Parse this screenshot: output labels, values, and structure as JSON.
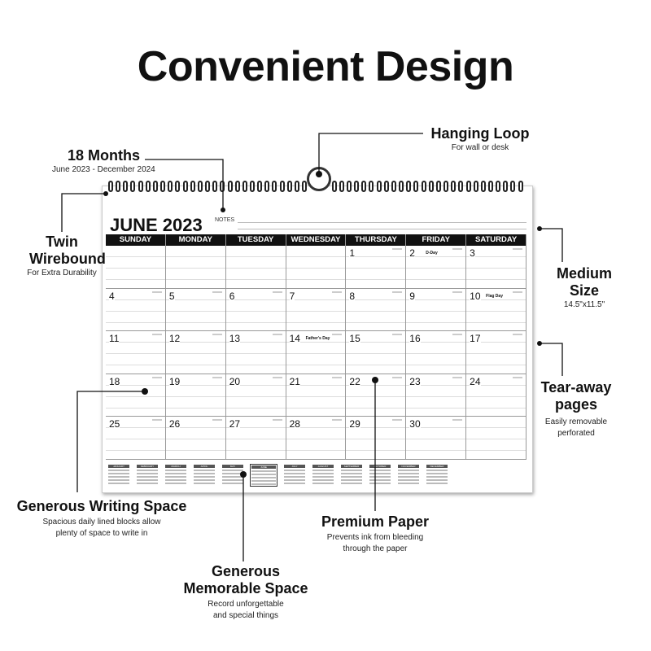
{
  "title": "Convenient Design",
  "callouts": {
    "months": {
      "title": "18 Months",
      "sub": "June 2023 - December 2024"
    },
    "loop": {
      "title": "Hanging Loop",
      "sub": "For wall or desk"
    },
    "wire": {
      "title": "Twin Wirebound",
      "sub": "For Extra Durability"
    },
    "size": {
      "title": "Medium Size",
      "sub": "14.5\"x11.5\""
    },
    "tear": {
      "title": "Tear-away pages",
      "sub": "Easily removable perforated"
    },
    "writing": {
      "title": "Generous Writing Space",
      "sub": "Spacious daily lined blocks allow plenty of space to write in"
    },
    "paper": {
      "title": "Premium Paper",
      "sub": "Prevents ink from bleeding through the paper"
    },
    "memo": {
      "title": "Generous Memorable Space",
      "sub": "Record unforgettable and special things"
    }
  },
  "calendar": {
    "month": "JUNE 2023",
    "notes": "NOTES",
    "weekdays": [
      "SUNDAY",
      "MONDAY",
      "TUESDAY",
      "WEDNESDAY",
      "THURSDAY",
      "FRIDAY",
      "SATURDAY"
    ],
    "days": [
      "",
      "",
      "",
      "",
      "1",
      "2",
      "3",
      "4",
      "5",
      "6",
      "7",
      "8",
      "9",
      "10",
      "11",
      "12",
      "13",
      "14",
      "15",
      "16",
      "17",
      "18",
      "19",
      "20",
      "21",
      "22",
      "23",
      "24",
      "25",
      "26",
      "27",
      "28",
      "29",
      "30",
      ""
    ],
    "holidays": {
      "5": "D-Day",
      "13": "Flag Day",
      "17": "Father's Day"
    },
    "mini_months": [
      "JANUARY",
      "FEBRUARY",
      "MARCH",
      "APRIL",
      "MAY",
      "JUNE",
      "JULY",
      "AUGUST",
      "SEPTEMBER",
      "OCTOBER",
      "NOVEMBER",
      "DECEMBER"
    ],
    "selected_mini": "JUNE"
  }
}
